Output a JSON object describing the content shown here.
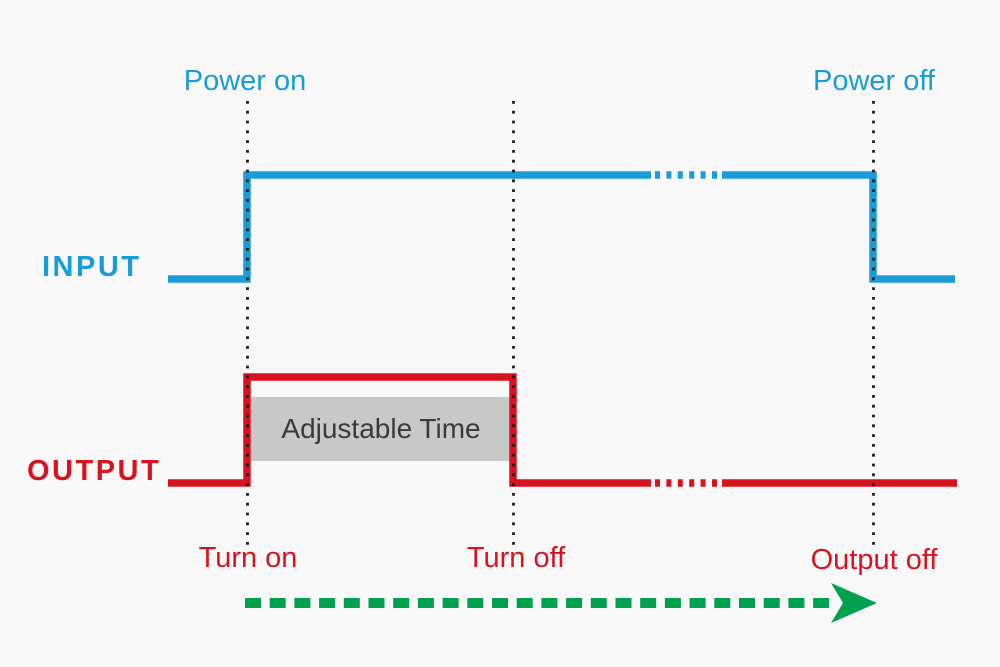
{
  "labels": {
    "power_on": "Power on",
    "power_off": "Power off",
    "input": "INPUT",
    "output": "OUTPUT",
    "turn_on": "Turn on",
    "turn_off": "Turn off",
    "output_off": "Output off",
    "adjustable_time": "Adjustable Time"
  },
  "colors": {
    "input_blue": "#1a9cd8",
    "output_red": "#d8131f",
    "arrow_green": "#00a04f",
    "marker_black": "#1a1a1a",
    "box_gray": "#c8c8c8",
    "box_text": "#3a3a3a",
    "background": "#f8f8f8"
  },
  "waveforms": {
    "input": {
      "signal": "INPUT",
      "events": [
        "Power on",
        "Power off"
      ],
      "states": [
        "low",
        "high",
        "high (time break)",
        "low"
      ]
    },
    "output": {
      "signal": "OUTPUT",
      "events": [
        "Turn on",
        "Turn off",
        "Output off"
      ],
      "states": [
        "low",
        "high (Adjustable Time)",
        "low (time break)",
        "low"
      ]
    }
  }
}
